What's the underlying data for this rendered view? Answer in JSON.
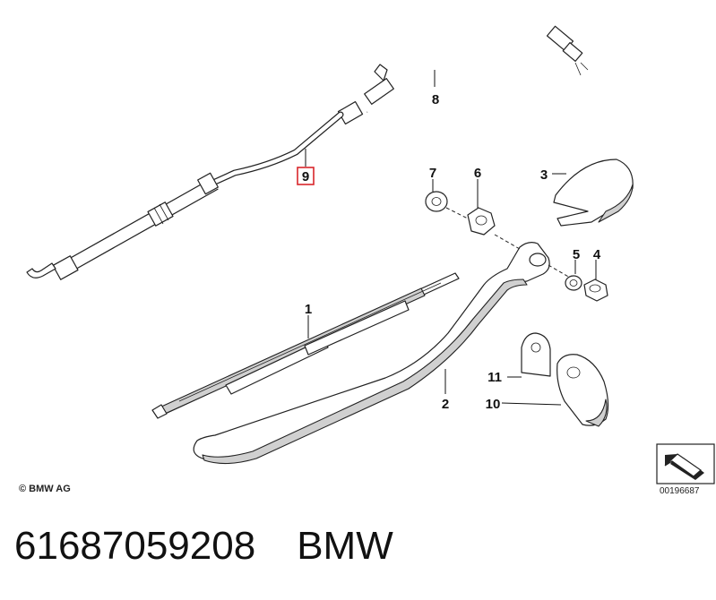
{
  "diagram": {
    "callouts": [
      {
        "id": "1",
        "label": "1"
      },
      {
        "id": "2",
        "label": "2"
      },
      {
        "id": "3",
        "label": "3"
      },
      {
        "id": "4",
        "label": "4"
      },
      {
        "id": "5",
        "label": "5"
      },
      {
        "id": "6",
        "label": "6"
      },
      {
        "id": "7",
        "label": "7"
      },
      {
        "id": "8",
        "label": "8"
      },
      {
        "id": "9",
        "label": "9",
        "highlighted": true,
        "highlight_color": "#d9262b"
      },
      {
        "id": "10",
        "label": "10"
      },
      {
        "id": "11",
        "label": "11"
      }
    ],
    "copyright": "© BMW AG",
    "diagram_code": "00196687"
  },
  "footer": {
    "part_number": "61687059208",
    "brand": "BMW"
  }
}
